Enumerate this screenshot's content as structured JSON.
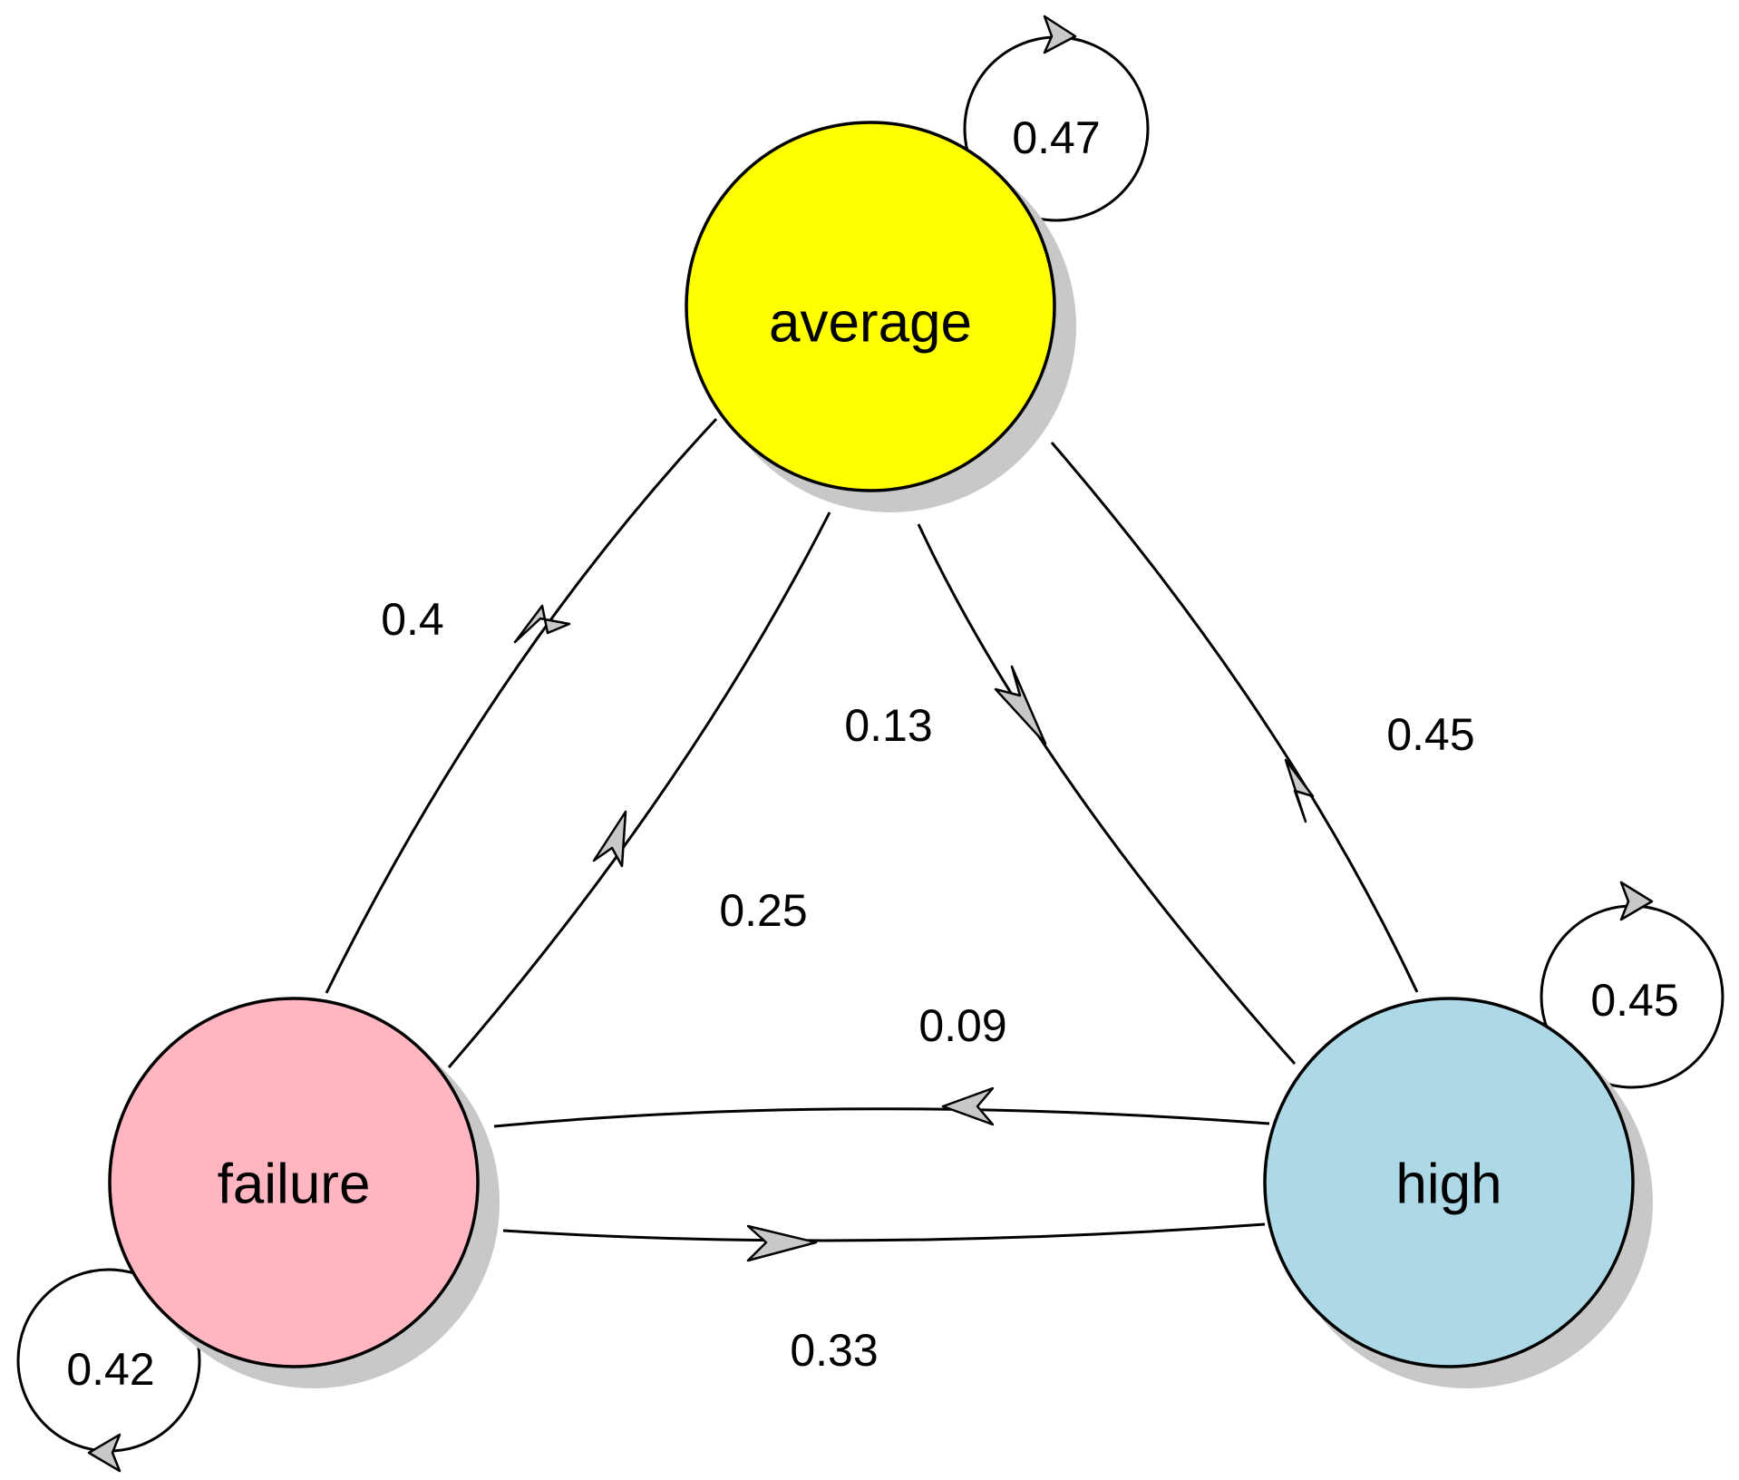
{
  "colors": {
    "average": "#ffff00",
    "failure": "#ffb6c1",
    "high": "#add8e6",
    "arrow_fill": "#c8c8c8",
    "shadow": "#c8c8c8"
  },
  "nodes": {
    "average": {
      "label": "average"
    },
    "failure": {
      "label": "failure"
    },
    "high": {
      "label": "high"
    }
  },
  "edges": {
    "average_to_failure": {
      "label": "0.4"
    },
    "failure_to_average": {
      "label": "0.25"
    },
    "average_to_high": {
      "label": "0.13"
    },
    "high_to_average": {
      "label": "0.45"
    },
    "high_to_failure": {
      "label": "0.09"
    },
    "failure_to_high": {
      "label": "0.33"
    }
  },
  "loops": {
    "average": {
      "label": "0.47"
    },
    "high": {
      "label": "0.45"
    },
    "failure": {
      "label": "0.42"
    }
  }
}
